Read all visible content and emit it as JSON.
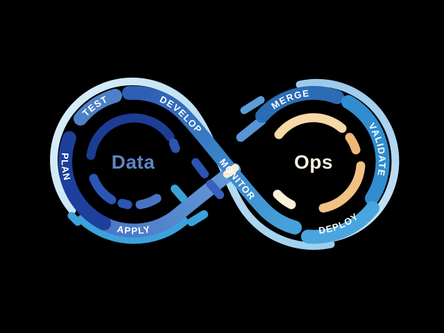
{
  "diagram": {
    "background": "#000000",
    "left_label": "Data",
    "right_label": "Ops",
    "stages": {
      "plan": "PLAN",
      "test": "TEST",
      "develop": "DEVELOP",
      "apply": "APPLY",
      "monitor": "MONITOR",
      "merge": "MERGE",
      "validate": "VALIDATE",
      "deploy": "DEPLOY"
    },
    "colors": {
      "label_text": "#ffffff",
      "data_text": "#5f85c5",
      "ops_text": "#faf3e0",
      "pale_strand_start": "#d6edf8",
      "pale_strand_end": "#9cceee",
      "right_outer_start": "#9ccaec",
      "right_outer_end": "#c9e3f5",
      "sky": "#3ba2dc",
      "develop_start": "#2e5eb6",
      "develop_mid": "#3c86ca",
      "develop_end": "#46a2db",
      "apply_start": "#4a78c5",
      "apply_end": "#6fabdf",
      "rising_dash_1": "#5795d4",
      "rising_dash_2": "#5b9dd8",
      "test": "#4d80c6",
      "plan": "#1e3f9c",
      "merge": "#2b6cb5",
      "validate": "#318dd0",
      "deploy": "#4aa5de",
      "inner_left_main": "#1d3c94",
      "inner_left_accent": "#2d53b3",
      "inner_left_bottom": "#2c55b5",
      "inner_left_light": "#4a73c4",
      "inner_right_top": "#f6d9a6",
      "inner_right_dash": "#eeb877",
      "inner_right_bottom": "#f1c184",
      "inner_right_pale": "#fbf0d9",
      "trans_navy": "#2d53b3",
      "trans_blue": "#3761bd",
      "trans_cream": "#f8ecd2",
      "trans_sky": "#3f9fd8"
    }
  }
}
